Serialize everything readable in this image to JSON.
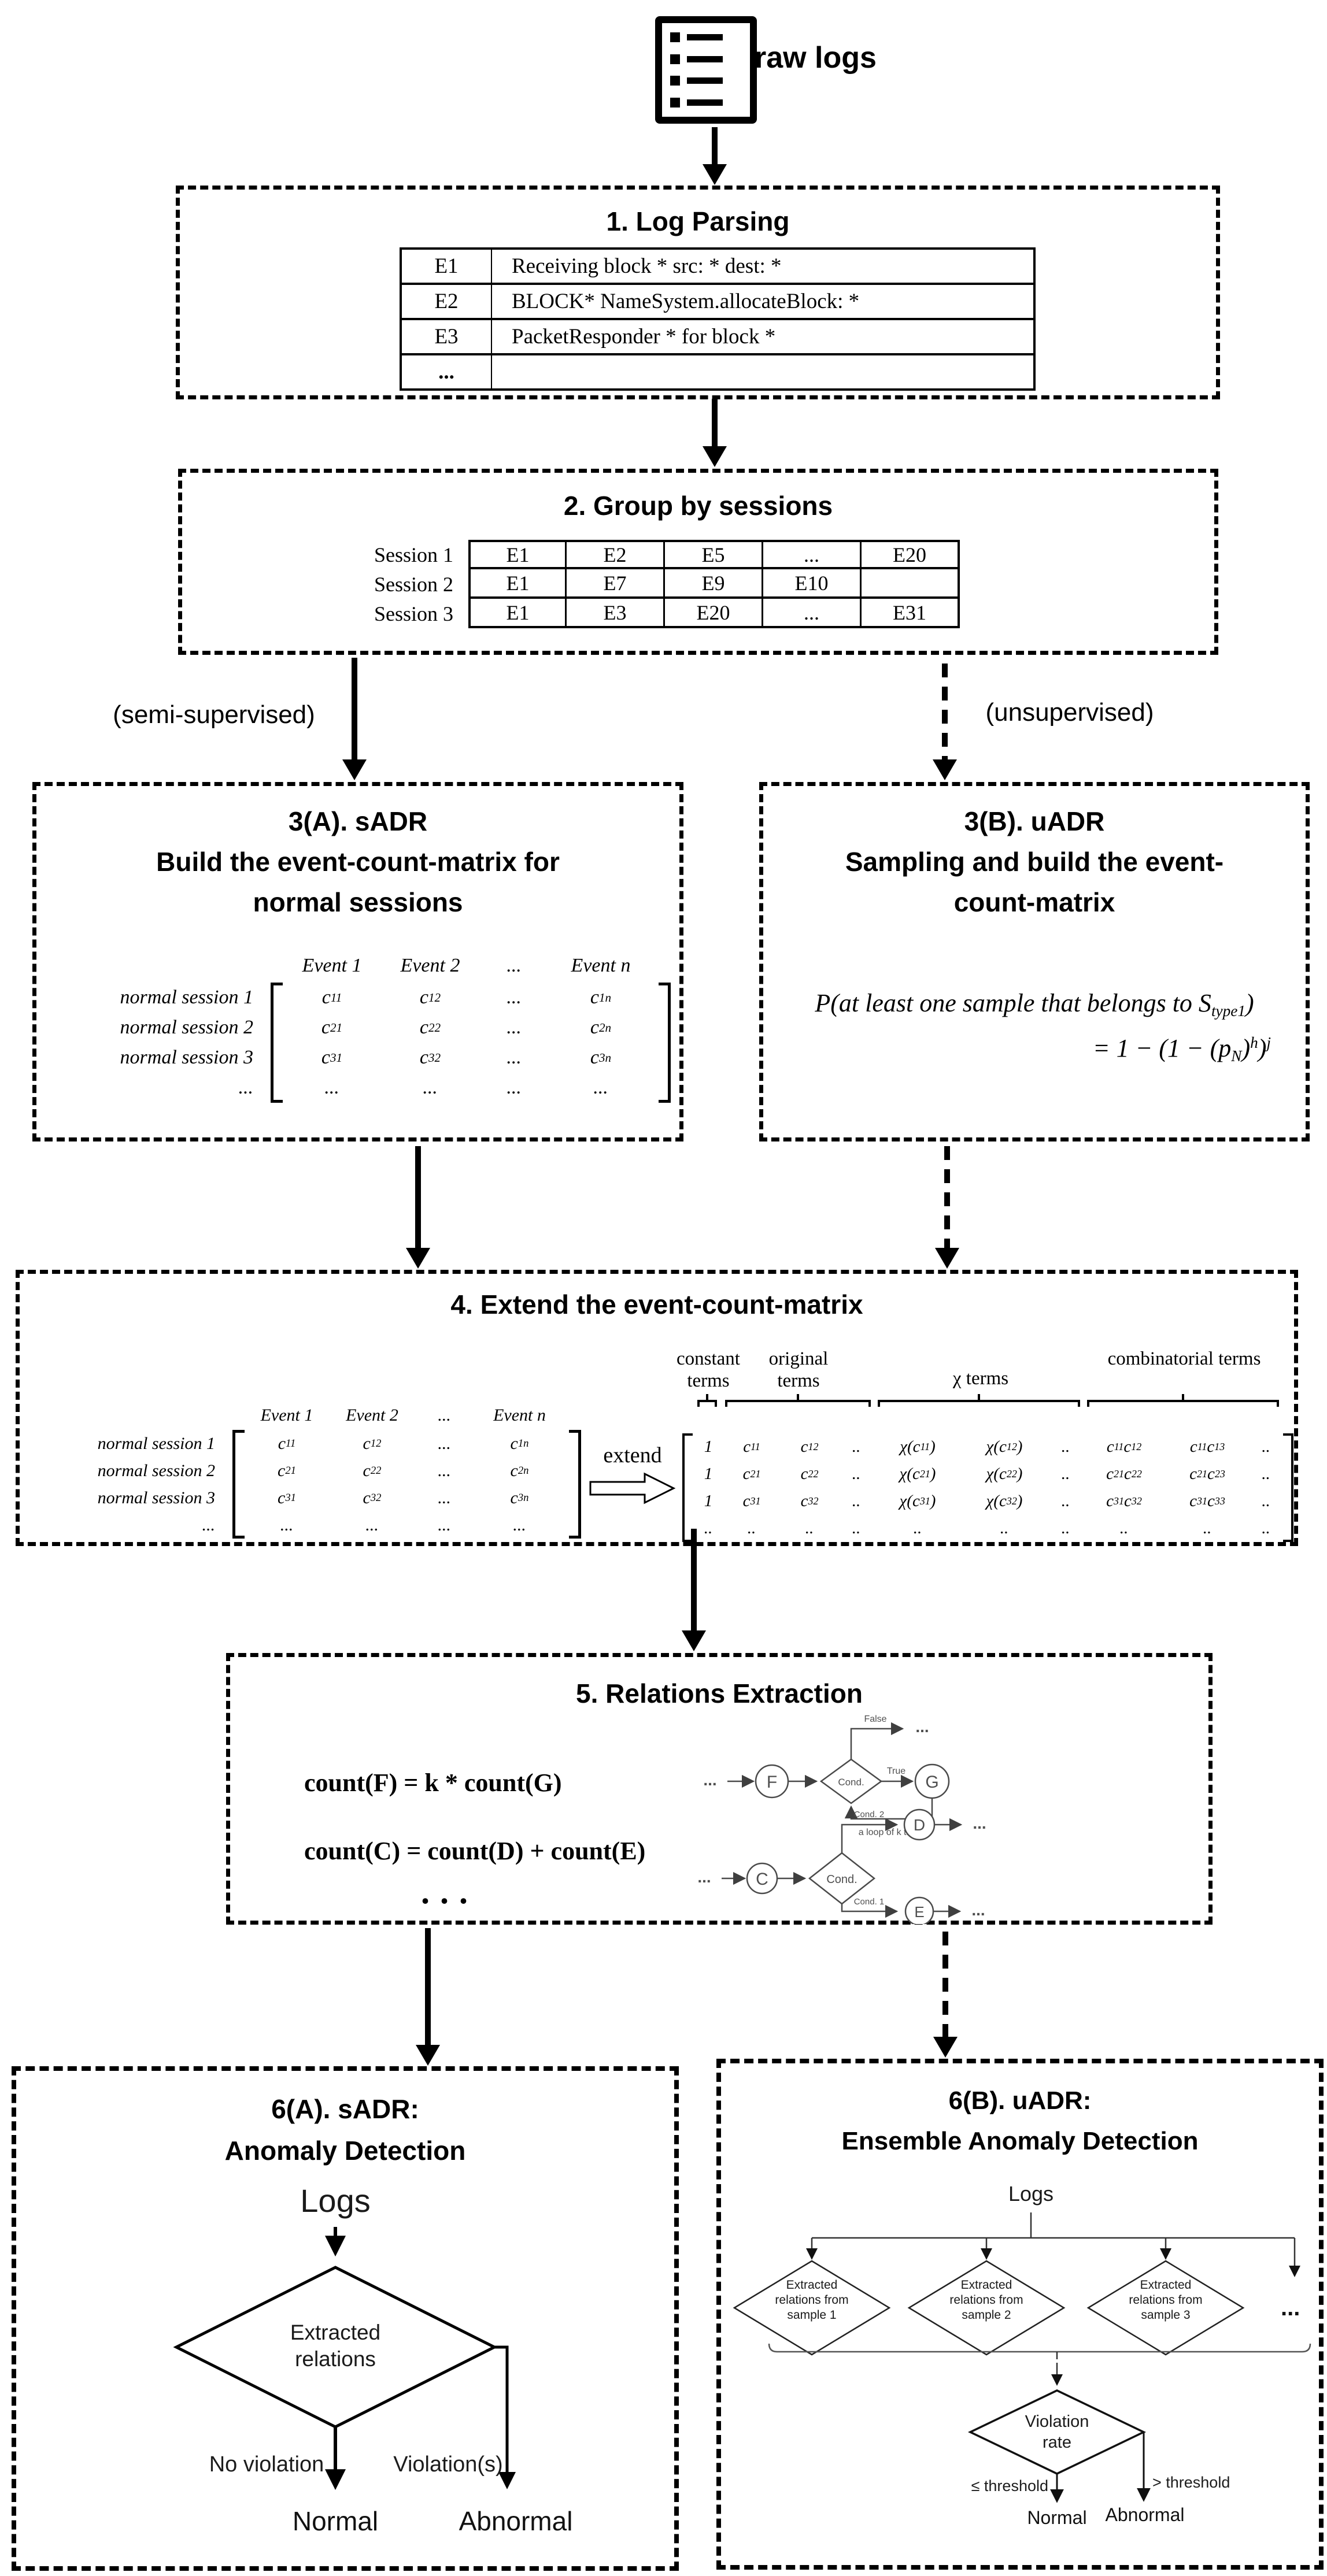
{
  "colors": {
    "ink": "#000000",
    "diagram_gray": "#4a4a4a"
  },
  "icons": {
    "raw_logs": "log-document-list-icon"
  },
  "header": {
    "raw_logs_label": "raw logs"
  },
  "box1": {
    "title": "1. Log Parsing",
    "rows": [
      [
        "E1",
        "Receiving block * src: * dest: *"
      ],
      [
        "E2",
        "BLOCK* NameSystem.allocateBlock: *"
      ],
      [
        "E3",
        "PacketResponder * for block *"
      ],
      [
        "...",
        ""
      ]
    ]
  },
  "box2": {
    "title": "2. Group by sessions",
    "sessions": [
      {
        "label": "Session 1",
        "events": [
          "E1",
          "E2",
          "E5",
          "...",
          "E20"
        ]
      },
      {
        "label": "Session 2",
        "events": [
          "E1",
          "E7",
          "E9",
          "E10",
          ""
        ]
      },
      {
        "label": "Session 3",
        "events": [
          "E1",
          "E3",
          "E20",
          "...",
          "E31"
        ]
      }
    ]
  },
  "branch_labels": {
    "left": "(semi-supervised)",
    "right": "(unsupervised)"
  },
  "event_matrix": {
    "col_headers": [
      "Event 1",
      "Event 2",
      "...",
      "Event n"
    ],
    "row_labels": [
      "normal session 1",
      "normal session 2",
      "normal session 3",
      "..."
    ],
    "rows": [
      [
        "c_{11}",
        "c_{12}",
        "...",
        "c_{1n}"
      ],
      [
        "c_{21}",
        "c_{22}",
        "...",
        "c_{2n}"
      ],
      [
        "c_{31}",
        "c_{32}",
        "...",
        "c_{3n}"
      ],
      [
        "...",
        "...",
        "...",
        "..."
      ]
    ]
  },
  "box3a": {
    "title_line1": "3(A). sADR",
    "title_line2": "Build the event-count-matrix for",
    "title_line3": "normal sessions"
  },
  "box3b": {
    "title_line1": "3(B). uADR",
    "title_line2": "Sampling and build the event-",
    "title_line3": "count-matrix",
    "formula_line1": "P(at least one sample that belongs to S_{type1})",
    "formula_line2": "= 1 − (1 − (p_{N})^{h})^{j}"
  },
  "box4": {
    "title": "4. Extend the event-count-matrix",
    "extend_label": "extend",
    "group_labels": [
      "constant terms",
      "original terms",
      "χ terms",
      "combinatorial terms"
    ],
    "extended_rows": [
      [
        "1",
        "c_{11}",
        "c_{12}",
        "..",
        "χ(c_{11})",
        "χ(c_{12})",
        "..",
        "c_{11}c_{12}",
        "c_{11}c_{13}",
        ".."
      ],
      [
        "1",
        "c_{21}",
        "c_{22}",
        "..",
        "χ(c_{21})",
        "χ(c_{22})",
        "..",
        "c_{21}c_{22}",
        "c_{21}c_{23}",
        ".."
      ],
      [
        "1",
        "c_{31}",
        "c_{32}",
        "..",
        "χ(c_{31})",
        "χ(c_{32})",
        "..",
        "c_{31}c_{32}",
        "c_{31}c_{33}",
        ".."
      ],
      [
        "..",
        "..",
        "..",
        "..",
        "..",
        "..",
        "..",
        "..",
        "..",
        ".."
      ]
    ]
  },
  "box5": {
    "title": "5. Relations Extraction",
    "relation1": "count(F) = k * count(G)",
    "relation2": "count(C) = count(D) + count(E)",
    "more": "...",
    "diagram1": {
      "start": "...",
      "node_f": "F",
      "cond": "Cond.",
      "true_label": "True",
      "false_label": "False",
      "false_more": "...",
      "node_g": "G",
      "loop_label": "a loop of k times"
    },
    "diagram2": {
      "start": "...",
      "node_c": "C",
      "cond": "Cond.",
      "cond2_label": "Cond. 2",
      "node_d": "D",
      "d_more": "...",
      "cond1_label": "Cond. 1",
      "node_e": "E",
      "e_more": "..."
    }
  },
  "box6a": {
    "title_line1": "6(A). sADR:",
    "title_line2": "Anomaly Detection",
    "logs_label": "Logs",
    "diamond_label": "Extracted relations",
    "no_violation_label": "No violation",
    "violation_label": "Violation(s)",
    "normal_label": "Normal",
    "abnormal_label": "Abnormal"
  },
  "box6b": {
    "title_line1": "6(B). uADR:",
    "title_line2": "Ensemble Anomaly Detection",
    "logs_label": "Logs",
    "diamonds": [
      "Extracted relations from sample 1",
      "Extracted relations from sample 2",
      "Extracted relations from sample 3"
    ],
    "more": "...",
    "violation_rate_label": "Violation rate",
    "le_threshold": "≤ threshold",
    "gt_threshold": "> threshold",
    "normal_label": "Normal",
    "abnormal_label": "Abnormal"
  }
}
